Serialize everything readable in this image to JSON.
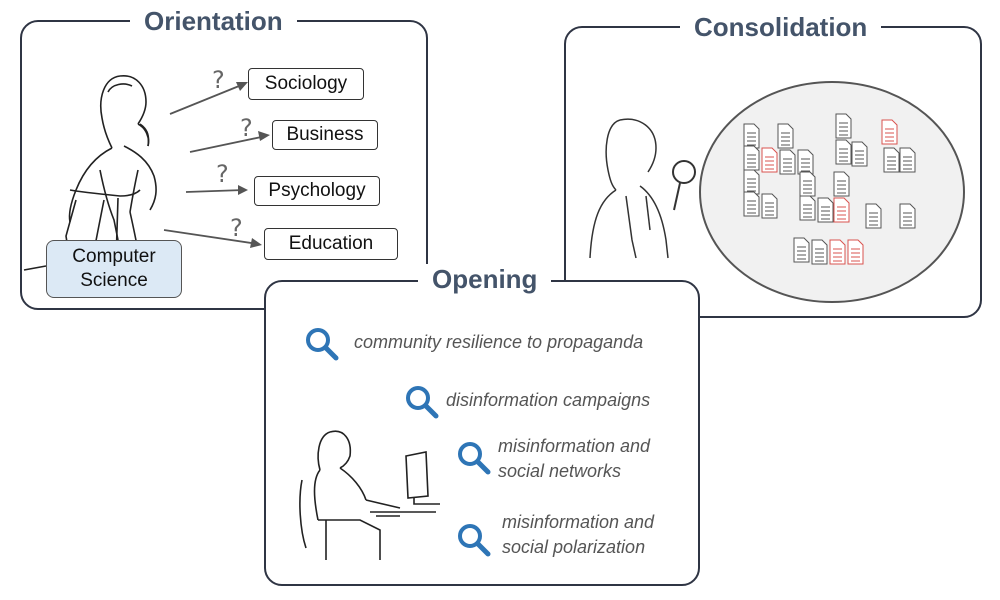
{
  "orientation": {
    "title": "Orientation",
    "fields": [
      "Sociology",
      "Business",
      "Psychology",
      "Education"
    ],
    "question_mark": "?",
    "origin_field": {
      "line1": "Computer",
      "line2": "Science"
    }
  },
  "consolidation": {
    "title": "Consolidation"
  },
  "opening": {
    "title": "Opening",
    "queries": [
      {
        "line1": "community resilience to propaganda",
        "line2": ""
      },
      {
        "line1": "disinformation campaigns",
        "line2": ""
      },
      {
        "line1": "misinformation and",
        "line2": "social networks"
      },
      {
        "line1": "misinformation and",
        "line2": "social polarization"
      }
    ]
  },
  "colors": {
    "title": "#44546a",
    "magnifier": "#2e75b6",
    "highlight_doc": "#d9534f",
    "cs_box": "#dce9f5"
  }
}
